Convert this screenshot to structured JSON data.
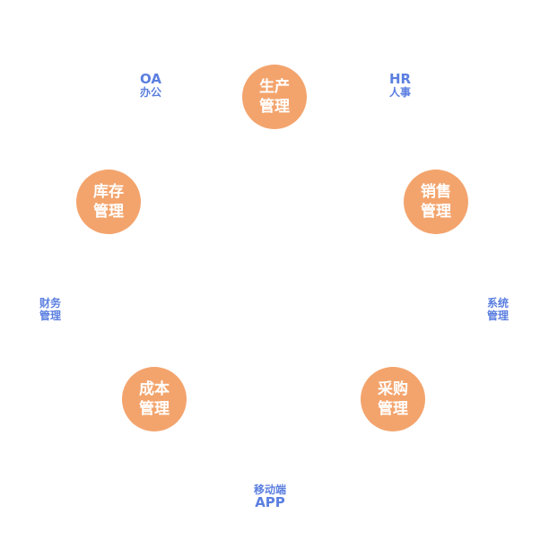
{
  "colors": {
    "node_fill": "#f3a46d",
    "node_text": "#ffffff",
    "label_text": "#5b7fe0"
  },
  "nodes": {
    "production": {
      "line1": "生产",
      "line2": "管理"
    },
    "sales": {
      "line1": "销售",
      "line2": "管理"
    },
    "purchase": {
      "line1": "采购",
      "line2": "管理"
    },
    "cost": {
      "line1": "成本",
      "line2": "管理"
    },
    "inventory": {
      "line1": "库存",
      "line2": "管理"
    }
  },
  "labels": {
    "oa": {
      "line1": "OA",
      "line2": "办公"
    },
    "hr": {
      "line1": "HR",
      "line2": "人事"
    },
    "system": {
      "line1": "系统",
      "line2": "管理"
    },
    "mobile": {
      "line1": "移动端",
      "line2": "APP"
    },
    "finance": {
      "line1": "财务",
      "line2": "管理"
    }
  }
}
